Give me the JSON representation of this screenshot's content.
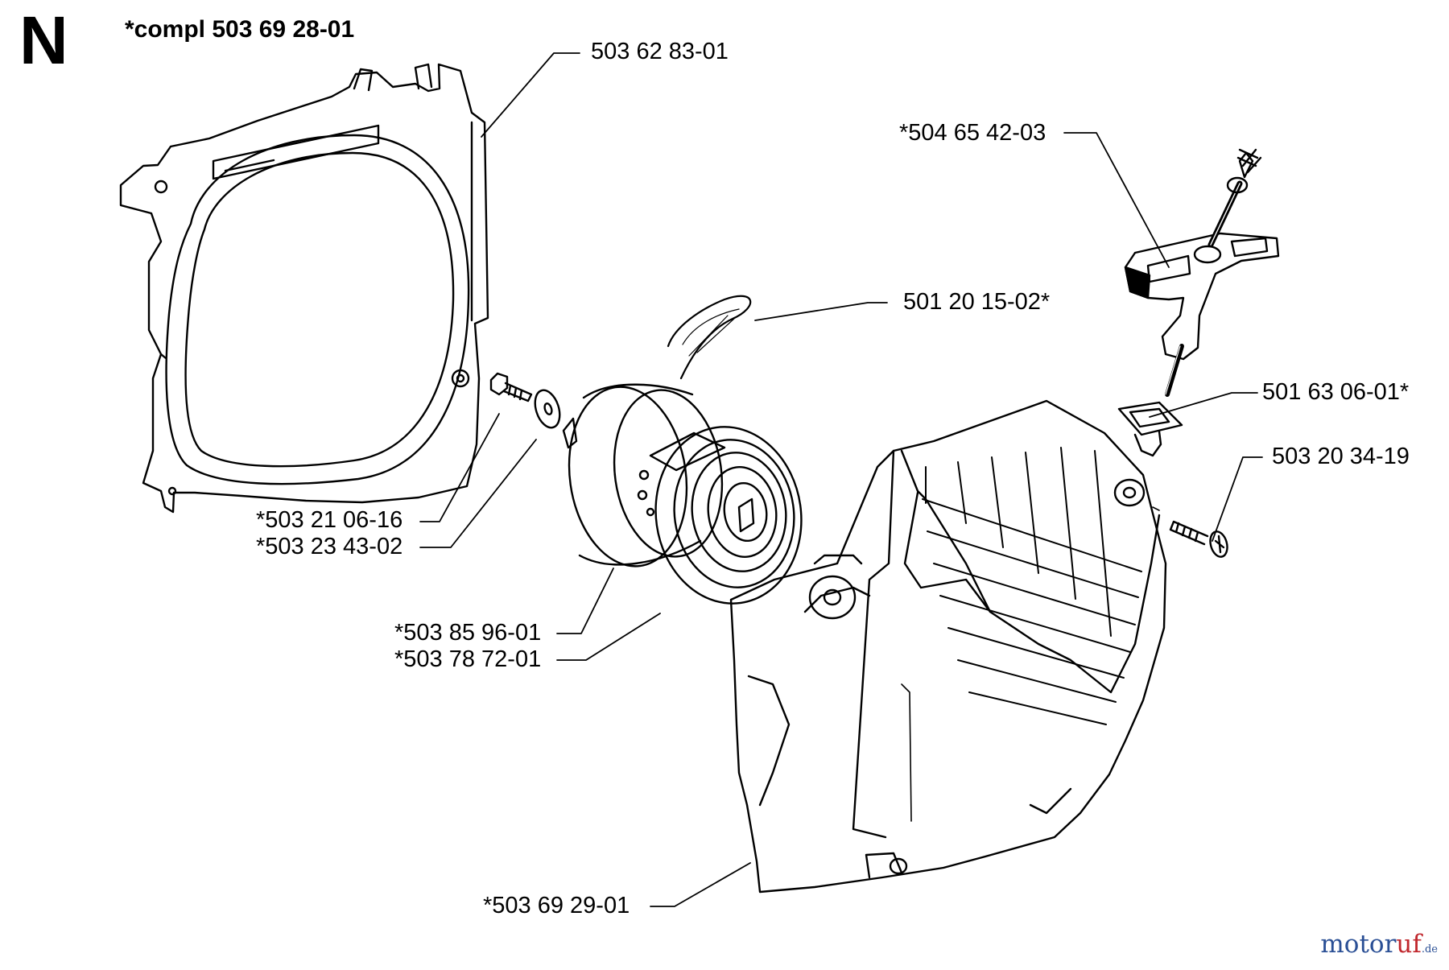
{
  "section": {
    "letter": "N",
    "assembly_label": "*compl 503 69 28-01"
  },
  "parts": [
    {
      "id": "fan-housing",
      "number": "503 62 83-01"
    },
    {
      "id": "starter-handle",
      "number": "*504 65 42-03"
    },
    {
      "id": "starter-cord",
      "number": "501 20 15-02*"
    },
    {
      "id": "cord-guide",
      "number": "501 63 06-01*"
    },
    {
      "id": "cover-screw",
      "number": "503 20 34-19"
    },
    {
      "id": "center-screw",
      "number": "*503 21 06-16"
    },
    {
      "id": "washer",
      "number": "*503 23 43-02"
    },
    {
      "id": "rope-pulley",
      "number": "*503 85 96-01"
    },
    {
      "id": "recoil-spring",
      "number": "*503 78 72-01"
    },
    {
      "id": "starter-cover",
      "number": "*503 69 29-01"
    }
  ],
  "watermark": {
    "brand_a": "motor",
    "brand_b": "uf",
    "tld": ".de"
  },
  "colors": {
    "line": "#000000",
    "watermark_blue": "#2a4f95",
    "watermark_red": "#c0272d"
  }
}
